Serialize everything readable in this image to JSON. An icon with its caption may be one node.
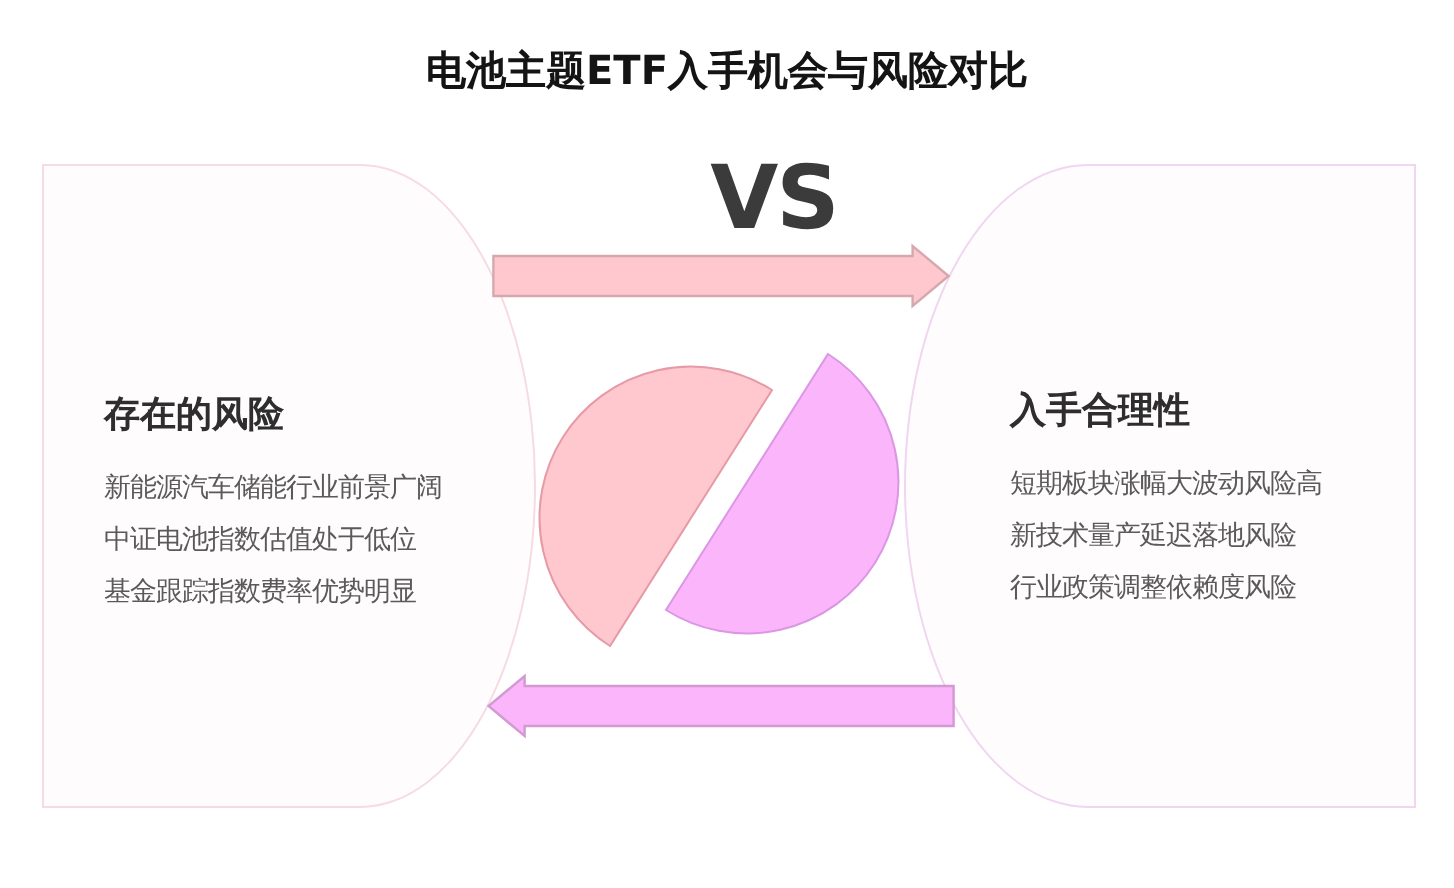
{
  "diagram": {
    "title": "电池主题ETF入手机会与风险对比",
    "nodes": [
      {
        "text": [
          "存在的风险",
          "新能源汽车储能行业前景广阔",
          "中证电池指数估值处于低位",
          "基金跟踪指数费率优势明显"
        ]
      },
      {
        "text": [
          "入手合理性",
          "短期板块涨幅大波动风险高",
          "新技术量产延迟落地风险",
          "行业政策调整依赖度风险"
        ]
      }
    ],
    "edges": [
      {
        "from": 0,
        "to": 1,
        "arrow": "to",
        "style": "thick",
        "color": "#fec8ce"
      },
      {
        "from": 1,
        "to": 0,
        "arrow": "to",
        "style": "thick",
        "color": "#fbb6fb"
      }
    ],
    "labels": [
      "VS"
    ]
  }
}
